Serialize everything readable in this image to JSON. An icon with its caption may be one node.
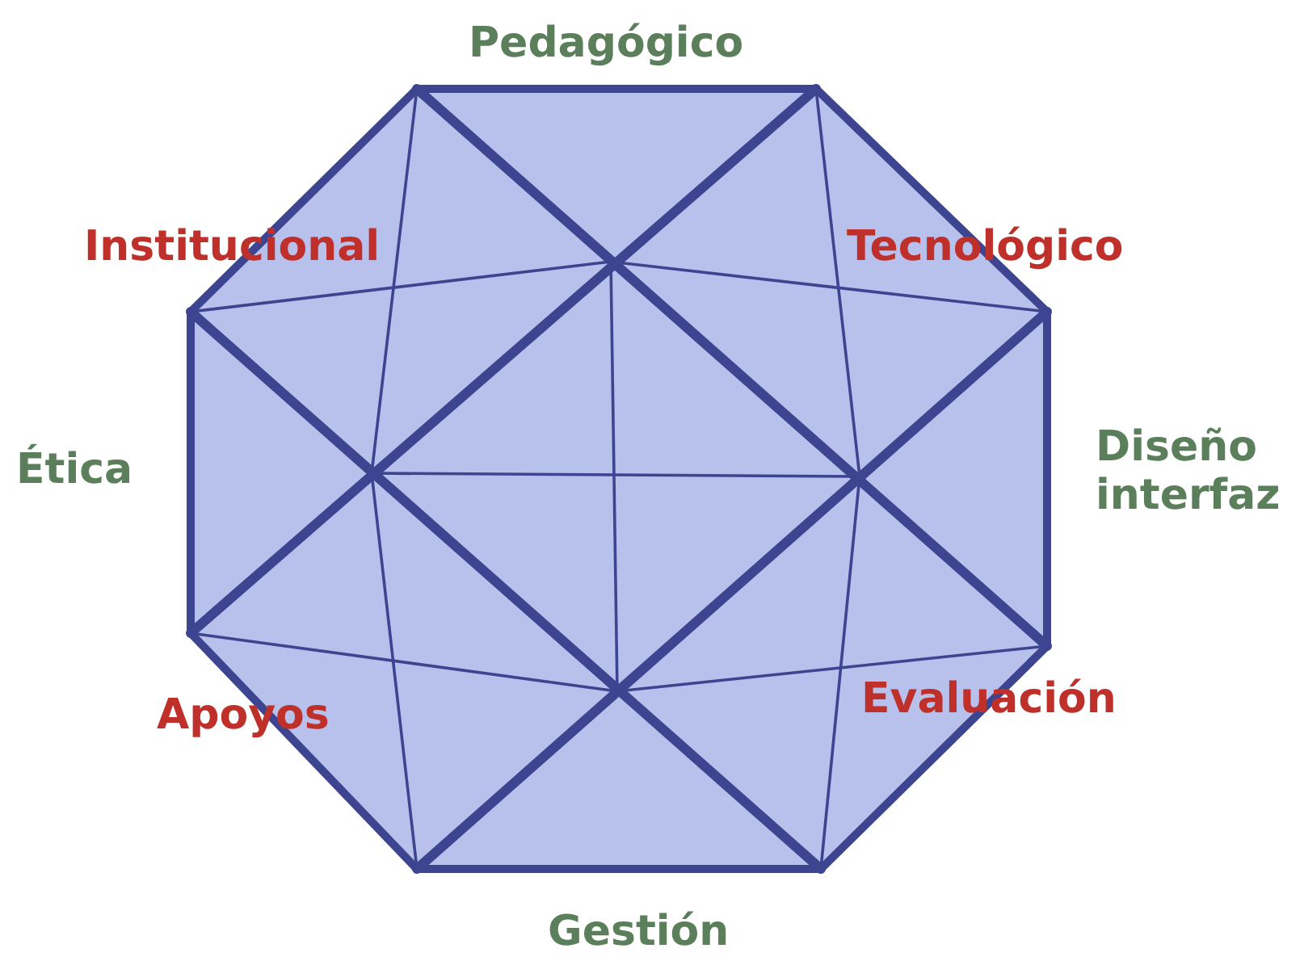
{
  "diagram": {
    "labels": [
      "Pedagógico",
      "Institucional",
      "Tecnológico",
      "Ética",
      "Diseño interfaz",
      "Apoyos",
      "Evaluación",
      "Gestión"
    ]
  }
}
